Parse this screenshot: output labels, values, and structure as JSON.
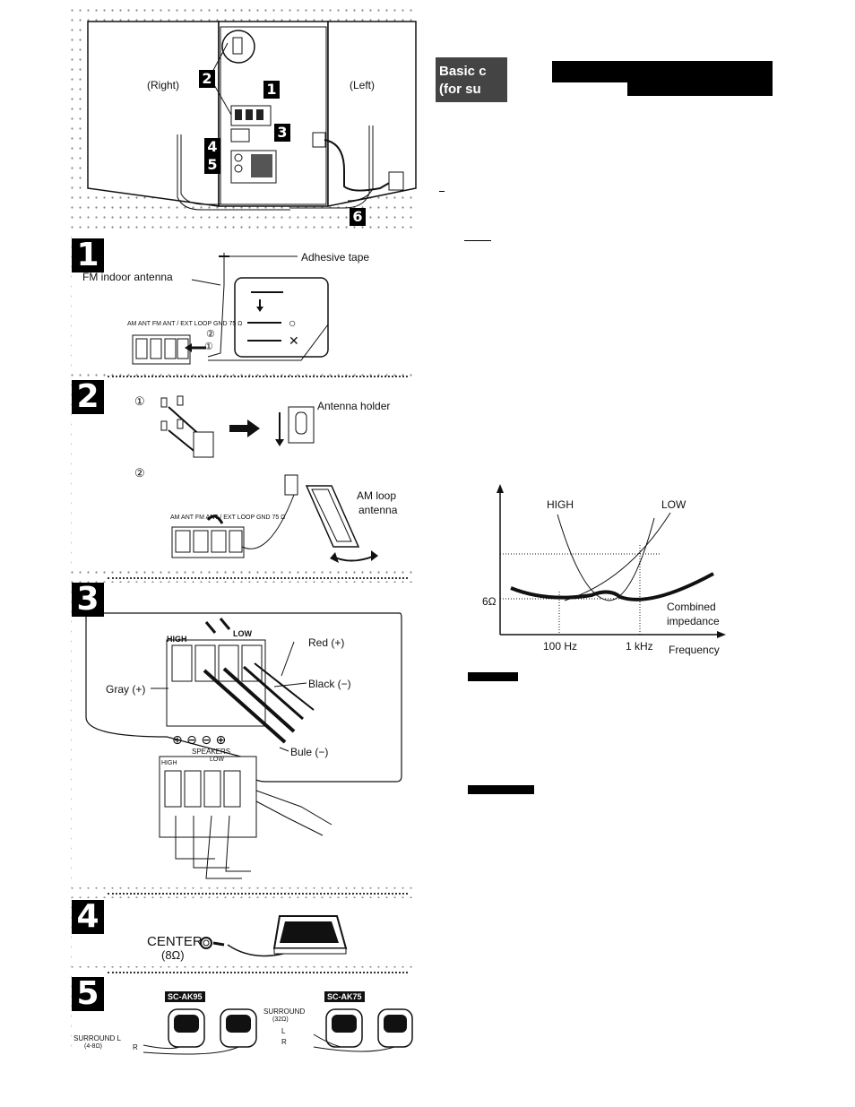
{
  "header": {
    "title_line1": "Basic c",
    "title_line2": "(for su"
  },
  "overview": {
    "right_label": "(Right)",
    "left_label": "(Left)",
    "markers": [
      "2",
      "1",
      "3",
      "4",
      "5",
      "6"
    ]
  },
  "step1": {
    "marker": "1",
    "adhesive_tape": "Adhesive tape",
    "fm_antenna": "FM indoor antenna",
    "terminal_labels": "AM ANT  FM ANT / EXT  LOOP  GND  75 Ω",
    "step_a": "①",
    "step_b": "②",
    "ok_mark": "○",
    "ng_mark": "✕"
  },
  "step2": {
    "marker": "2",
    "substep1": "①",
    "substep2": "②",
    "antenna_holder": "Antenna holder",
    "am_loop_line1": "AM loop",
    "am_loop_line2": "antenna",
    "terminal_labels": "AM ANT  FM ANT / EXT  LOOP  GND  75 Ω"
  },
  "step3": {
    "marker": "3",
    "high": "HIGH",
    "low": "LOW",
    "red": "Red (+)",
    "black": "Black (−)",
    "gray": "Gray (+)",
    "blue": "Bule (−)",
    "speakers": "SPEAKERS",
    "high2": "HIGH",
    "low2": "LOW"
  },
  "step4": {
    "marker": "4",
    "center": "CENTER",
    "center_ohm": "(8Ω)"
  },
  "step5": {
    "marker": "5",
    "model_a": "SC-AK95",
    "model_b": "SC-AK75",
    "surround_a": "SURROUND L",
    "surround_a_ohm": "(4-8Ω)",
    "surround_a_r": "R",
    "surround_b": "SURROUND",
    "surround_b_ohm": "(32Ω)",
    "surround_b_l": "L",
    "surround_b_r": "R"
  },
  "graph": {
    "high": "HIGH",
    "low": "LOW",
    "six_ohm": "6Ω",
    "combined_line1": "Combined",
    "combined_line2": "impedance",
    "x1": "100 Hz",
    "x2": "1 kHz",
    "xlabel": "Frequency"
  }
}
